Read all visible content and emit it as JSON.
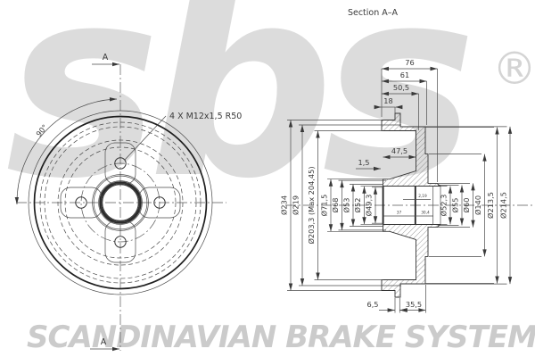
{
  "section_view": {
    "title": "Section  A–A",
    "top_dims": [
      "76",
      "61",
      "50,5",
      "18"
    ],
    "depth_dim": "47,5",
    "face_offset_dim": "1,5",
    "bottom_dims": [
      "6,5",
      "35,5"
    ],
    "left_dia_dims": [
      "Ø234",
      "Ø219",
      "Ø203,3 (Max 204,45)",
      "Ø71,5",
      "Ø68",
      "Ø53",
      "Ø52",
      "Ø49,3"
    ],
    "right_dia_dims": [
      "Ø52,3",
      "Ø55",
      "Ø60",
      "Ø140",
      "Ø213,5",
      "Ø214,5"
    ],
    "bore_dims": {
      "groove": "2,19",
      "depth_left": "37",
      "depth_right": "30,4"
    }
  },
  "front_view": {
    "section_marker": "A",
    "angle": "90°",
    "bolt_pattern": "4 X M12x1,5  R50"
  },
  "watermark": {
    "logo": "sbs",
    "registered": "®",
    "banner": "SCANDINAVIAN BRAKE SYSTEMS"
  },
  "colors": {
    "line": "#3a3a3a",
    "watermark": "#dcdcdc",
    "banner": "#cbcbcb"
  }
}
